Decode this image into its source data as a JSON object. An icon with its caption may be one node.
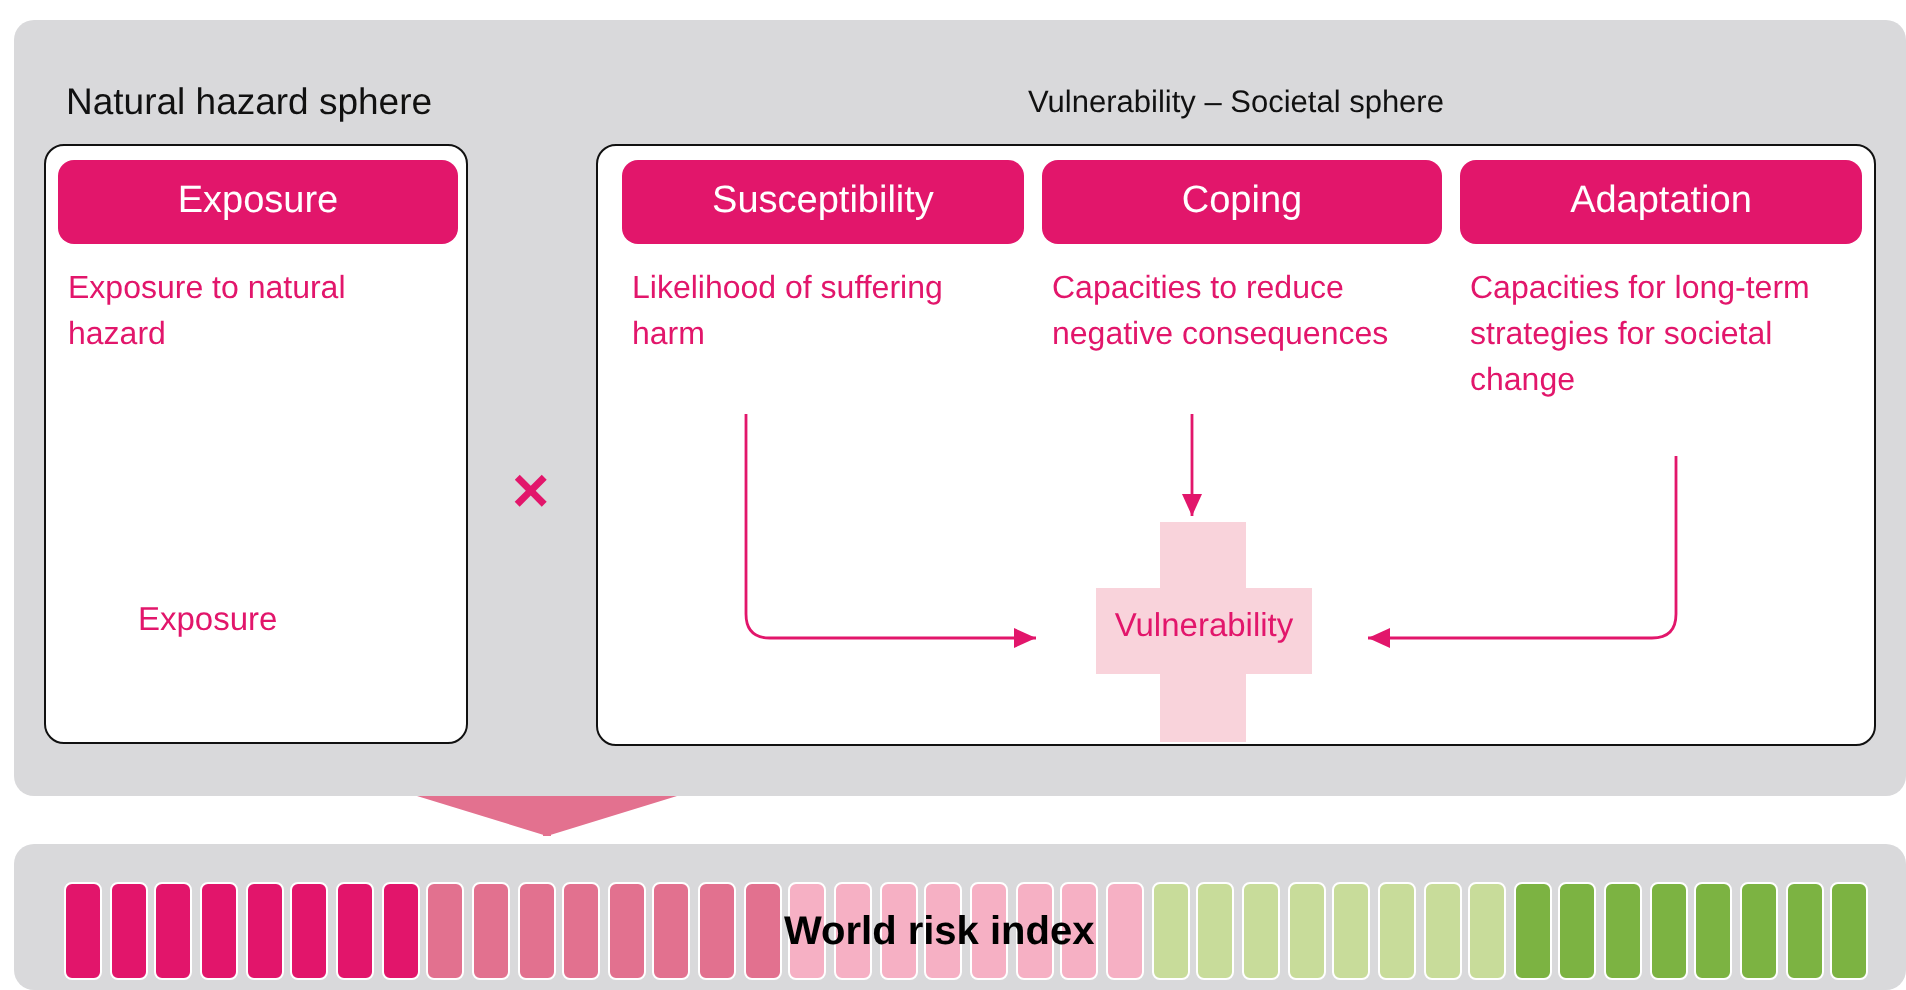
{
  "diagram": {
    "nodes": [
      {
        "text": [],
        "shape": "box"
      },
      {
        "text": [
          "Natural hazard sphere"
        ],
        "in": 0
      },
      {
        "text": [
          "Exposure"
        ],
        "in": 1,
        "beside": [
          "Exposure to natural hazard"
        ]
      },
      {
        "text": [
          "Exposure"
        ],
        "in": 1
      },
      {
        "text": [
          "Vulnerability – Societal sphere"
        ],
        "in": 0
      },
      {
        "text": [
          "Susceptibility"
        ],
        "in": 4,
        "beside": [
          "Likelihood of suffering harm"
        ]
      },
      {
        "text": [
          "Coping"
        ],
        "in": 4,
        "beside": [
          "Capacities to reduce negative consequences"
        ]
      },
      {
        "text": [
          "Adaptation"
        ],
        "in": 4,
        "beside": [
          "Capacities for long-term strategies for societal change"
        ]
      },
      {
        "text": [
          "Vulnerability"
        ],
        "in": 4
      },
      {
        "text": [
          "World risk index"
        ]
      }
    ],
    "edges": [
      {
        "from": 5,
        "to": 8,
        "arrow": "to"
      },
      {
        "from": 6,
        "to": 8,
        "arrow": "to"
      },
      {
        "from": 7,
        "to": 8,
        "arrow": "to"
      },
      {
        "from": 0,
        "to": 9,
        "arrow": "to",
        "style": "thick",
        "color": "#e3718f"
      }
    ],
    "labels": [
      "×"
    ]
  }
}
